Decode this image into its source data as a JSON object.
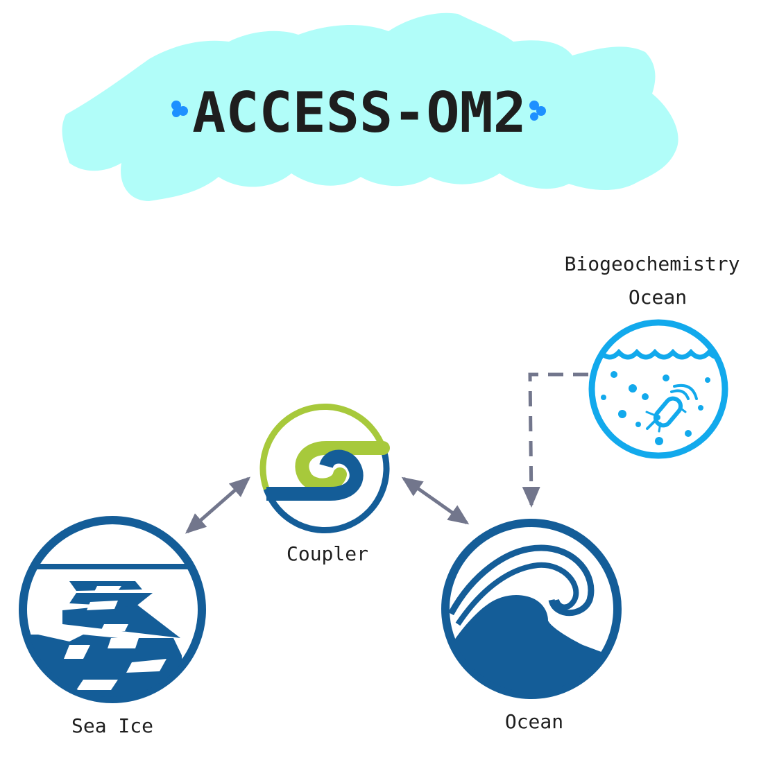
{
  "title": "ACCESS-OM2",
  "components": {
    "coupler": {
      "label": "Coupler"
    },
    "sea_ice": {
      "label": "Sea Ice"
    },
    "ocean": {
      "label": "Ocean"
    },
    "biogeochemistry": {
      "label_line1": "Biogeochemistry",
      "label_line2": "Ocean"
    }
  },
  "colors": {
    "title_cloud": "#b1fdf9",
    "title_dots": "#1e90ff",
    "title_text": "#1e1e1e",
    "deep_blue": "#145d98",
    "green": "#a7c93b",
    "bgc_blue": "#12a9ec",
    "arrow": "#72768c"
  },
  "connections": [
    {
      "from": "sea_ice",
      "to": "coupler",
      "style": "solid",
      "direction": "both"
    },
    {
      "from": "coupler",
      "to": "ocean",
      "style": "solid",
      "direction": "both"
    },
    {
      "from": "biogeochemistry",
      "to": "ocean",
      "style": "dashed",
      "direction": "forward"
    }
  ]
}
